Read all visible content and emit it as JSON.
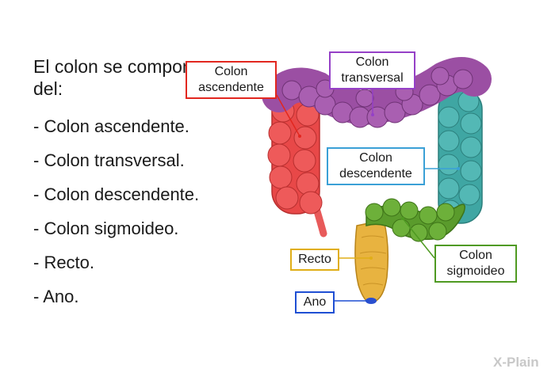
{
  "intro": "El colon se compone del:",
  "parts_list": [
    "- Colon ascendente.",
    "- Colon transversal.",
    "- Colon descendente.",
    "- Colon sigmoideo.",
    "- Recto.",
    "- Ano."
  ],
  "labels": {
    "ascendente": [
      "Colon",
      "ascendente"
    ],
    "transversal": [
      "Colon",
      "transversal"
    ],
    "descendente": [
      "Colon",
      "descendente"
    ],
    "sigmoideo": [
      "Colon",
      "sigmoideo"
    ],
    "recto": "Recto",
    "ano": "Ano"
  },
  "colors": {
    "ascendente": "#e84848",
    "transversal": "#9b4fa3",
    "descendente": "#3fa6a3",
    "sigmoideo": "#5a9b2c",
    "recto": "#e8b340",
    "ano": "#2a4fcf"
  },
  "logo": "X-Plain"
}
